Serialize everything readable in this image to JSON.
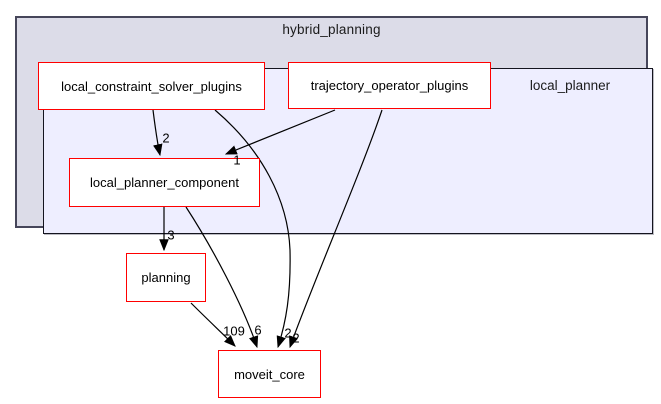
{
  "diagram": {
    "type": "directory-dependency-graph",
    "clusters": {
      "outer": {
        "label": "hybrid_planning"
      },
      "inner": {
        "label": "local_planner"
      }
    },
    "nodes": [
      {
        "label": "local_constraint_solver_plugins"
      },
      {
        "label": "trajectory_operator_plugins"
      },
      {
        "label": "local_planner_component"
      },
      {
        "label": "planning"
      },
      {
        "label": "moveit_core"
      }
    ],
    "edges": [
      {
        "from": "local_constraint_solver_plugins",
        "to": "local_planner_component",
        "label": "2"
      },
      {
        "from": "trajectory_operator_plugins",
        "to": "local_planner_component",
        "label": "1"
      },
      {
        "from": "local_planner_component",
        "to": "planning",
        "label": "3"
      },
      {
        "from": "planning",
        "to": "moveit_core",
        "label": "109"
      },
      {
        "from": "local_planner_component",
        "to": "moveit_core",
        "label": "6"
      },
      {
        "from": "local_constraint_solver_plugins",
        "to": "moveit_core",
        "label": "2"
      },
      {
        "from": "trajectory_operator_plugins",
        "to": "moveit_core",
        "label": "2"
      }
    ],
    "colors": {
      "outer_cluster_fill": "#dcdce8",
      "outer_cluster_border": "#46465a",
      "inner_cluster_fill": "#eeeeff",
      "inner_cluster_border": "#14141e",
      "node_border": "#ff0000",
      "node_fill": "#ffffff",
      "edge": "#000000",
      "text": "#1a1a1a"
    }
  }
}
